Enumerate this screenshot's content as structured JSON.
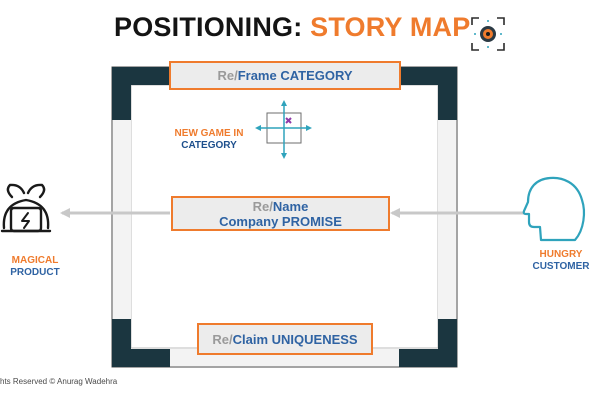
{
  "title": {
    "part1": "POSITIONING: ",
    "part2": "STORY MAP"
  },
  "colors": {
    "accent_orange": "#ef7b2d",
    "blue": "#2f63a3",
    "dark_teal": "#1b3640",
    "teal": "#2fa3bc",
    "gray_re": "#9a9a9a"
  },
  "boxes": {
    "category": {
      "prefix": "Re/",
      "text": "Frame CATEGORY"
    },
    "promise": {
      "prefix": "Re/",
      "line1": "Name",
      "line2": "Company PROMISE"
    },
    "uniqueness": {
      "prefix": "Re/",
      "text": "Claim UNIQUENESS"
    }
  },
  "new_game": {
    "line1": "NEW GAME IN",
    "line2": "CATEGORY"
  },
  "product": {
    "line1": "MAGICAL",
    "line2": "PRODUCT",
    "icon": "magic-bag-icon"
  },
  "customer": {
    "line1": "HUNGRY",
    "line2": "CUSTOMER",
    "icon": "head-profile-icon"
  },
  "footer": "hts Reserved © Anurag Wadehra"
}
